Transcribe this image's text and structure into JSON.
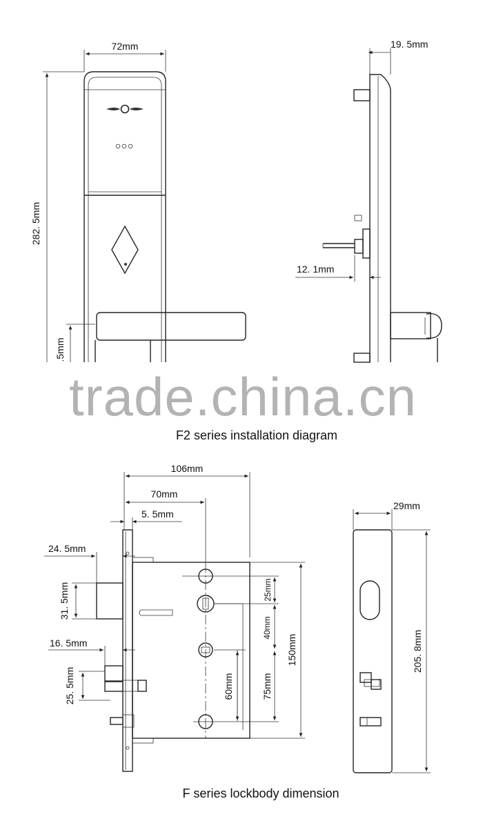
{
  "top_diagram": {
    "caption": "F2 series installation diagram",
    "dims": {
      "width": "72mm",
      "height": "282. 5mm",
      "depth": "19. 5mm",
      "spindle": "12. 1mm",
      "handle_partial": ".5mm"
    }
  },
  "bottom_diagram": {
    "caption": "F series lockbody dimension",
    "dims": {
      "d106": "106mm",
      "d70": "70mm",
      "d5_5": "5. 5mm",
      "d24_5": "24. 5mm",
      "d31_5": "31. 5mm",
      "d16_5": "16. 5mm",
      "d25_5": "25. 5mm",
      "d25": "25mm",
      "d40": "40mm",
      "d60": "60mm",
      "d75": "75mm",
      "d150": "150mm",
      "d29": "29mm",
      "d205_8": "205. 8mm"
    }
  },
  "watermark": "trade.china.cn"
}
